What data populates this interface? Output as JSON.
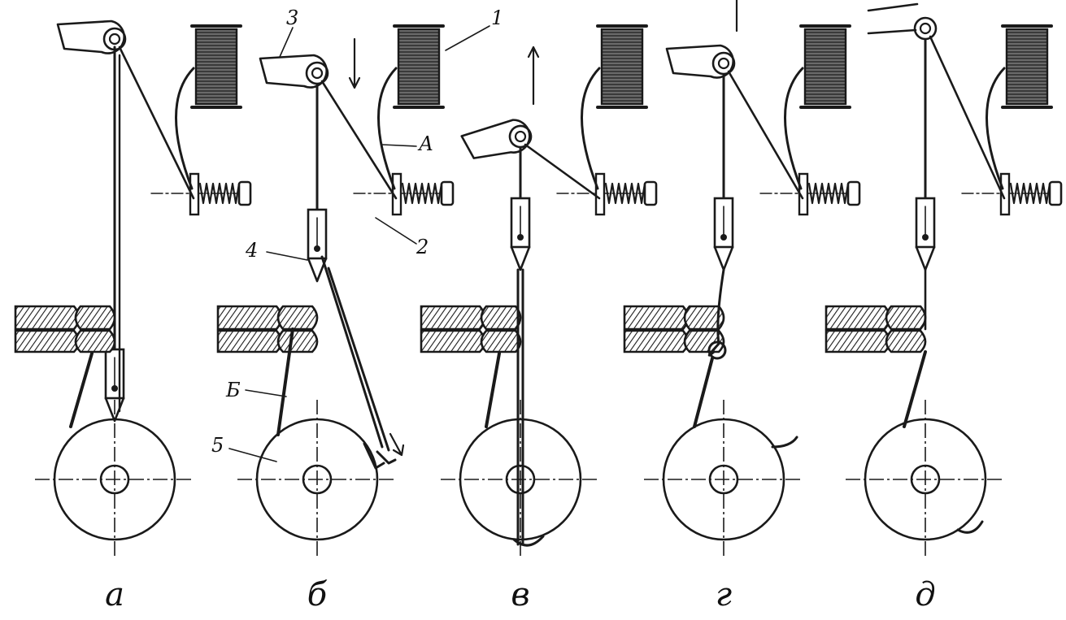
{
  "panels": [
    {
      "letter": "а",
      "arrow": "none",
      "hook_state": "start"
    },
    {
      "letter": "б",
      "arrow": "down",
      "hook_state": "catching"
    },
    {
      "letter": "в",
      "arrow": "up",
      "hook_state": "loop-down"
    },
    {
      "letter": "г",
      "arrow": "up",
      "hook_state": "loop-release"
    },
    {
      "letter": "д",
      "arrow": "none",
      "hook_state": "stitch-tightened"
    }
  ],
  "part_labels": {
    "spool": "1",
    "tensioner": "2",
    "take_up_lever": "3",
    "needle": "4",
    "hook": "5",
    "bobbin_thread": "Б",
    "upper_thread": "А"
  },
  "colors": {
    "ink": "#1a1a1a",
    "background": "#ffffff"
  }
}
